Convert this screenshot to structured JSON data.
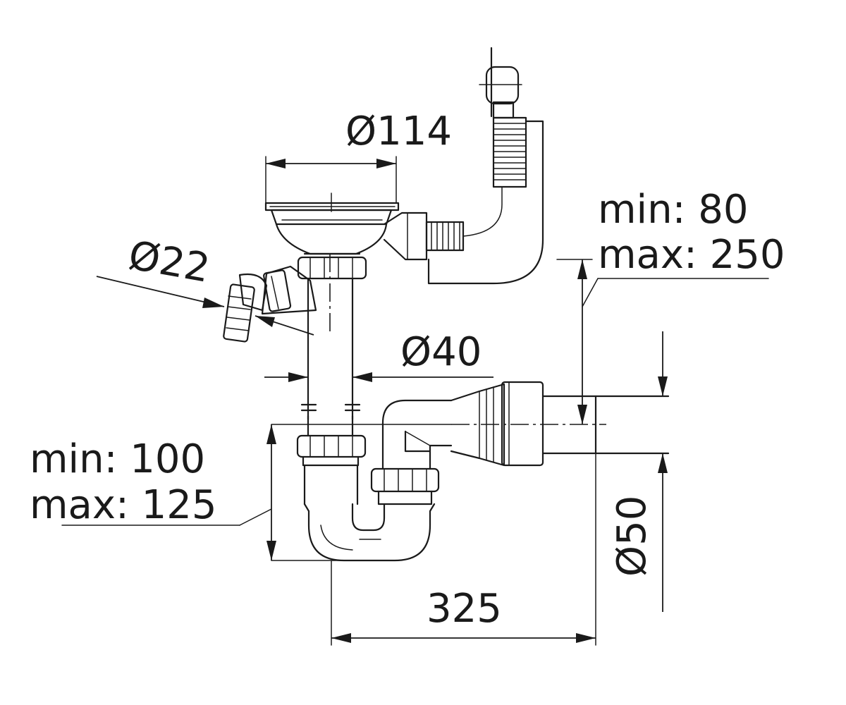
{
  "labels": {
    "drain_diameter": "Ø114",
    "hose_diameter": "Ø22",
    "pipe_diameter": "Ø40",
    "outlet_diameter": "Ø50",
    "width": "325",
    "upper_range_min": "min: 80",
    "upper_range_max": "max: 250",
    "lower_range_min": "min: 100",
    "lower_range_max": "max: 125"
  },
  "colors": {
    "line": "#1a1a1a",
    "background": "#ffffff"
  }
}
